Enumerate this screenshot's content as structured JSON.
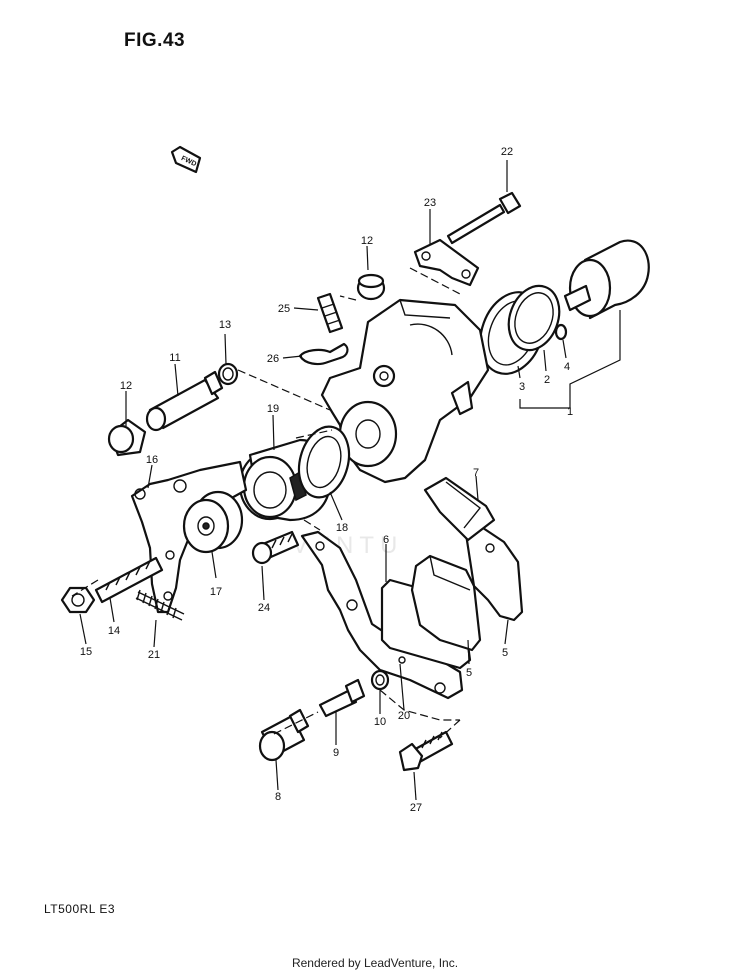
{
  "figure": {
    "title": "FIG.43",
    "model_code": "LT500RL  E3",
    "footer_credit": "Rendered by LeadVenture, Inc.",
    "watermark_text": "VENTU",
    "fwd_label": "FWD"
  },
  "callouts": [
    "1",
    "2",
    "3",
    "4",
    "5",
    "5",
    "6",
    "7",
    "8",
    "9",
    "10",
    "11",
    "12",
    "12",
    "13",
    "14",
    "15",
    "16",
    "17",
    "18",
    "19",
    "20",
    "21",
    "22",
    "23",
    "24",
    "25",
    "26",
    "27"
  ]
}
